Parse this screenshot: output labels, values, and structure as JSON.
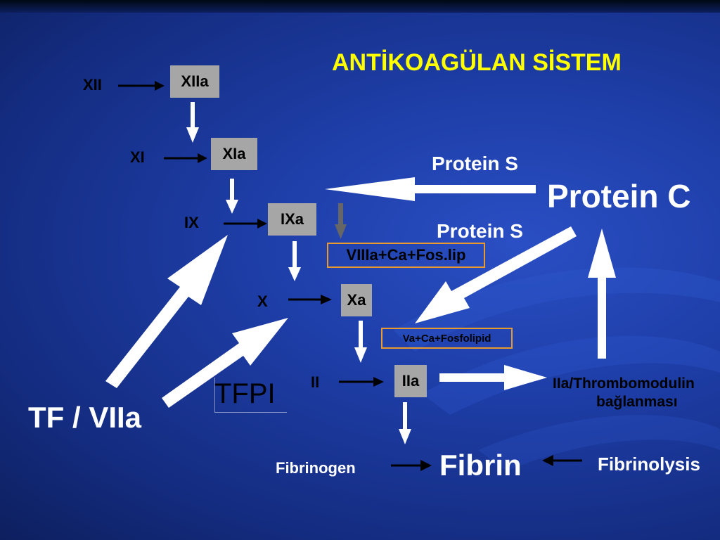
{
  "title": "ANTİKOAGÜLAN SİSTEM",
  "colors": {
    "title": "#ffff00",
    "box_fill": "#a6a6a6",
    "cofactor_border": "#e89a2e",
    "arrow_white": "#ffffff",
    "arrow_black": "#000000",
    "arrow_gray": "#666666"
  },
  "factors": {
    "xii": "XII",
    "xiia": "XIIa",
    "xi": "XI",
    "xia": "XIa",
    "ix": "IX",
    "ixa": "IXa",
    "x": "X",
    "xa": "Xa",
    "ii": "II",
    "iia": "IIa"
  },
  "cofactors": {
    "viiia": "VIIIa+Ca+Fos.lip",
    "va": "Va+Ca+Fosfolipid"
  },
  "labels": {
    "protein_s_1": "Protein S",
    "protein_s_2": "Protein S",
    "protein_c": "Protein C",
    "tf_viia": "TF / VIIa",
    "tfpi": "TFPI",
    "thrombomodulin_line1": "IIa/Thrombomodulin",
    "thrombomodulin_line2": "bağlanması",
    "fibrinogen": "Fibrinogen",
    "fibrin": "Fibrin",
    "fibrinolysis": "Fibrinolysis"
  }
}
